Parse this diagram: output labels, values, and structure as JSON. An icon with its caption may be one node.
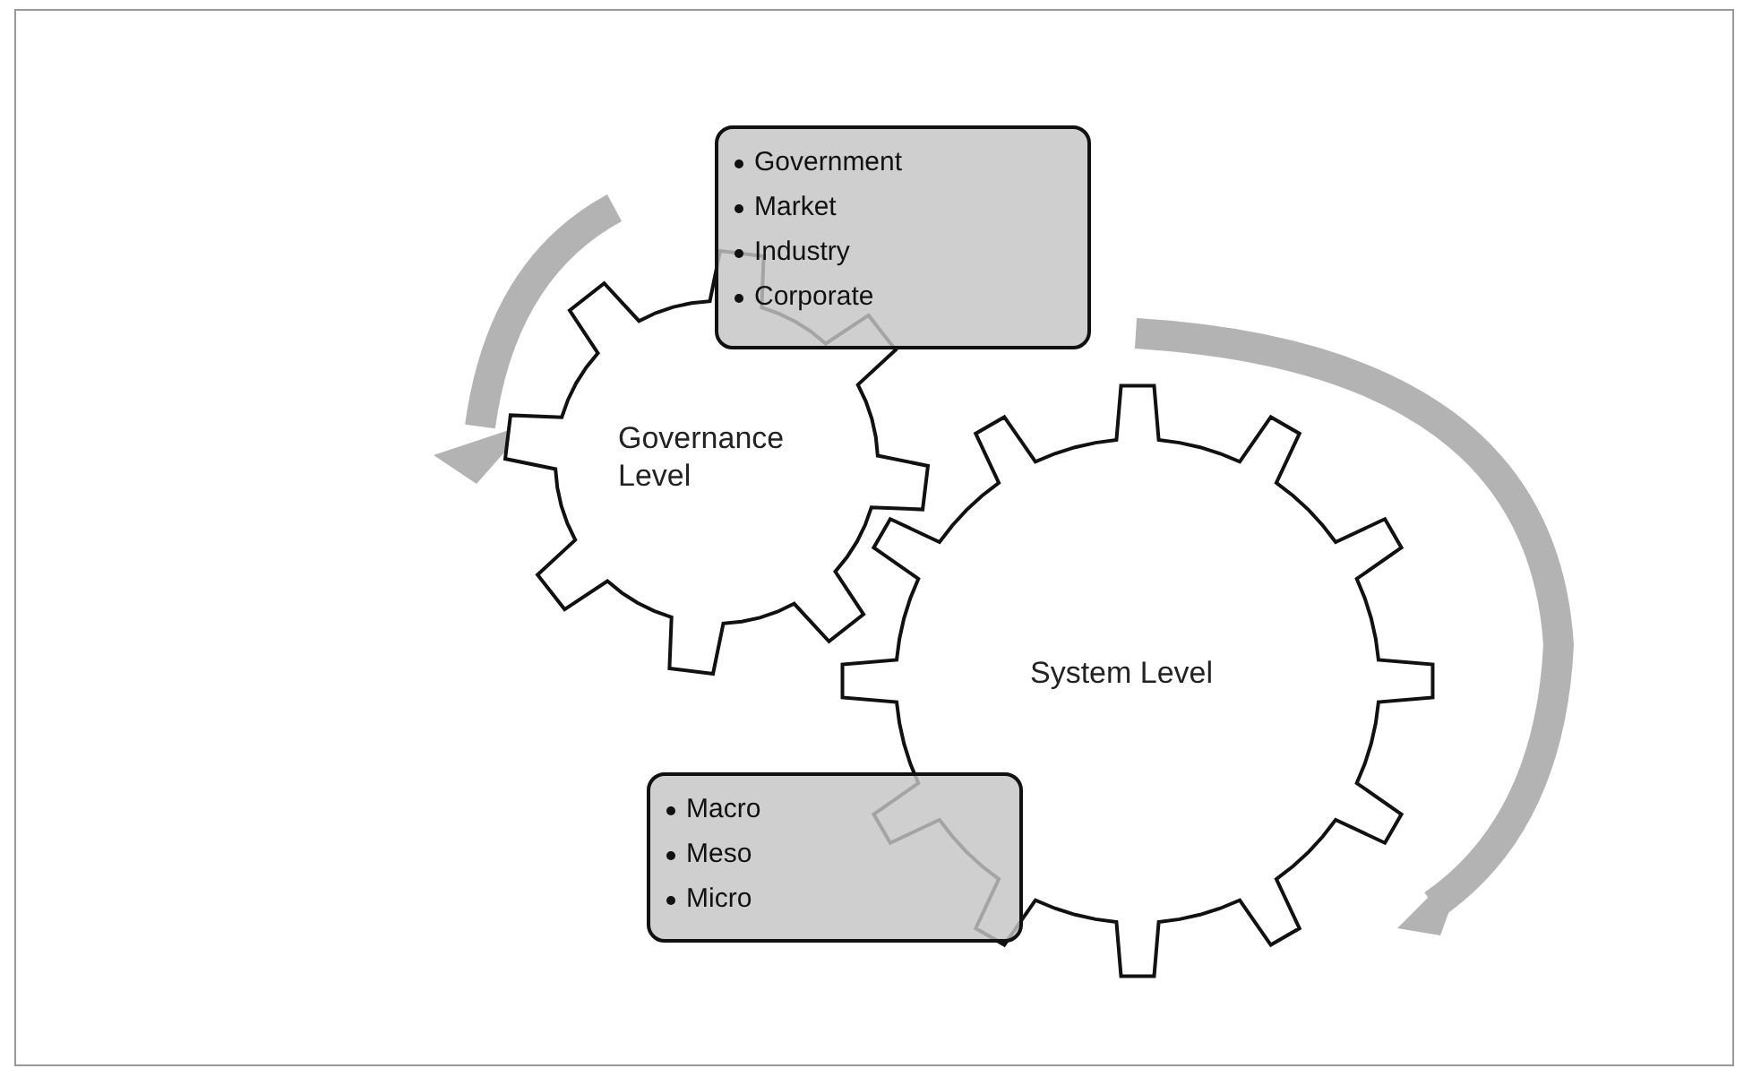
{
  "diagram": {
    "nodes": [
      {
        "text": [
          "Governance Level"
        ]
      },
      {
        "text": [
          "System Level"
        ]
      },
      {
        "text": [
          "Government",
          "Market",
          "Industry",
          "Corporate"
        ]
      },
      {
        "text": [
          "Macro",
          "Meso",
          "Micro"
        ]
      }
    ]
  }
}
